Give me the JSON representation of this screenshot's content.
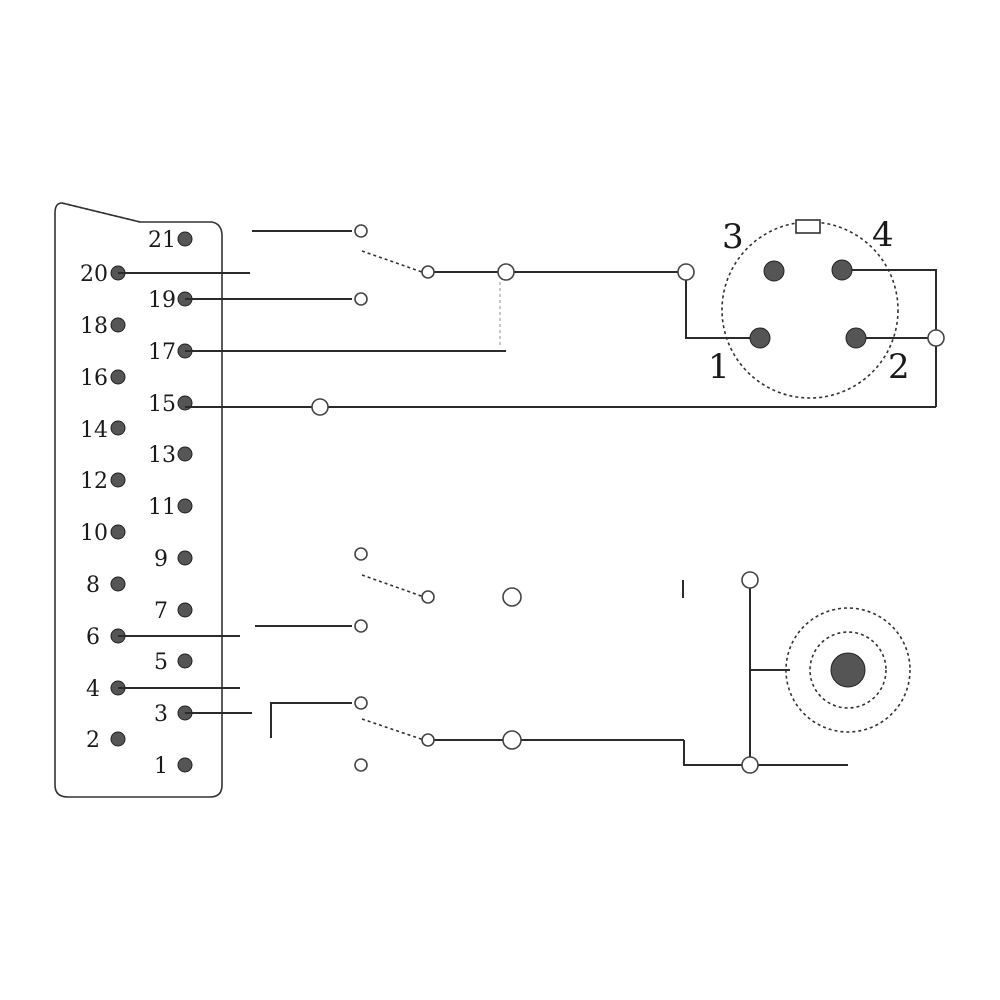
{
  "scart_connector": {
    "pins": [
      "21",
      "20",
      "19",
      "18",
      "17",
      "16",
      "15",
      "14",
      "13",
      "12",
      "11",
      "10",
      "9",
      "8",
      "7",
      "6",
      "5",
      "4",
      "3",
      "2",
      "1"
    ]
  },
  "svideo_connector": {
    "pins": [
      "3",
      "4",
      "1",
      "2"
    ]
  }
}
